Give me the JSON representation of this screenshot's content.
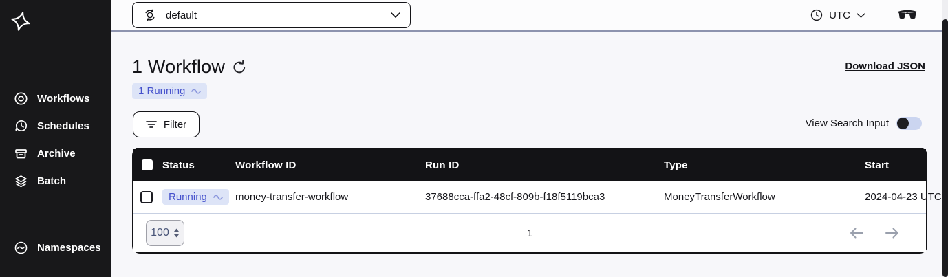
{
  "sidebar": {
    "items": [
      {
        "label": "Workflows",
        "icon": "workflows-icon"
      },
      {
        "label": "Schedules",
        "icon": "schedules-icon"
      },
      {
        "label": "Archive",
        "icon": "archive-icon"
      },
      {
        "label": "Batch",
        "icon": "batch-icon"
      }
    ],
    "bottom_item": {
      "label": "Namespaces",
      "icon": "namespaces-icon"
    }
  },
  "topbar": {
    "namespace_select": {
      "value": "default"
    },
    "timezone": {
      "value": "UTC"
    }
  },
  "main": {
    "title": "1 Workflow",
    "download_link": "Download JSON",
    "summary_badge": "1 Running",
    "filter_button": "Filter",
    "view_search_label": "View Search Input",
    "view_search_toggle": "off"
  },
  "table": {
    "columns": [
      "Status",
      "Workflow ID",
      "Run ID",
      "Type",
      "Start"
    ],
    "rows": [
      {
        "status": "Running",
        "workflow_id": "money-transfer-workflow",
        "run_id": "37688cca-ffa2-48cf-809b-f18f5119bca3",
        "type": "MoneyTransferWorkflow",
        "start": "2024-04-23 UTC"
      }
    ],
    "pagination": {
      "page_size": "100",
      "current_page": "1"
    }
  },
  "colors": {
    "status_running_text": "#4652cc",
    "status_running_bg": "#dde4f7",
    "sidebar_bg": "#18181a",
    "table_header_bg": "#131316",
    "topbar_border": "#8d93ae"
  }
}
